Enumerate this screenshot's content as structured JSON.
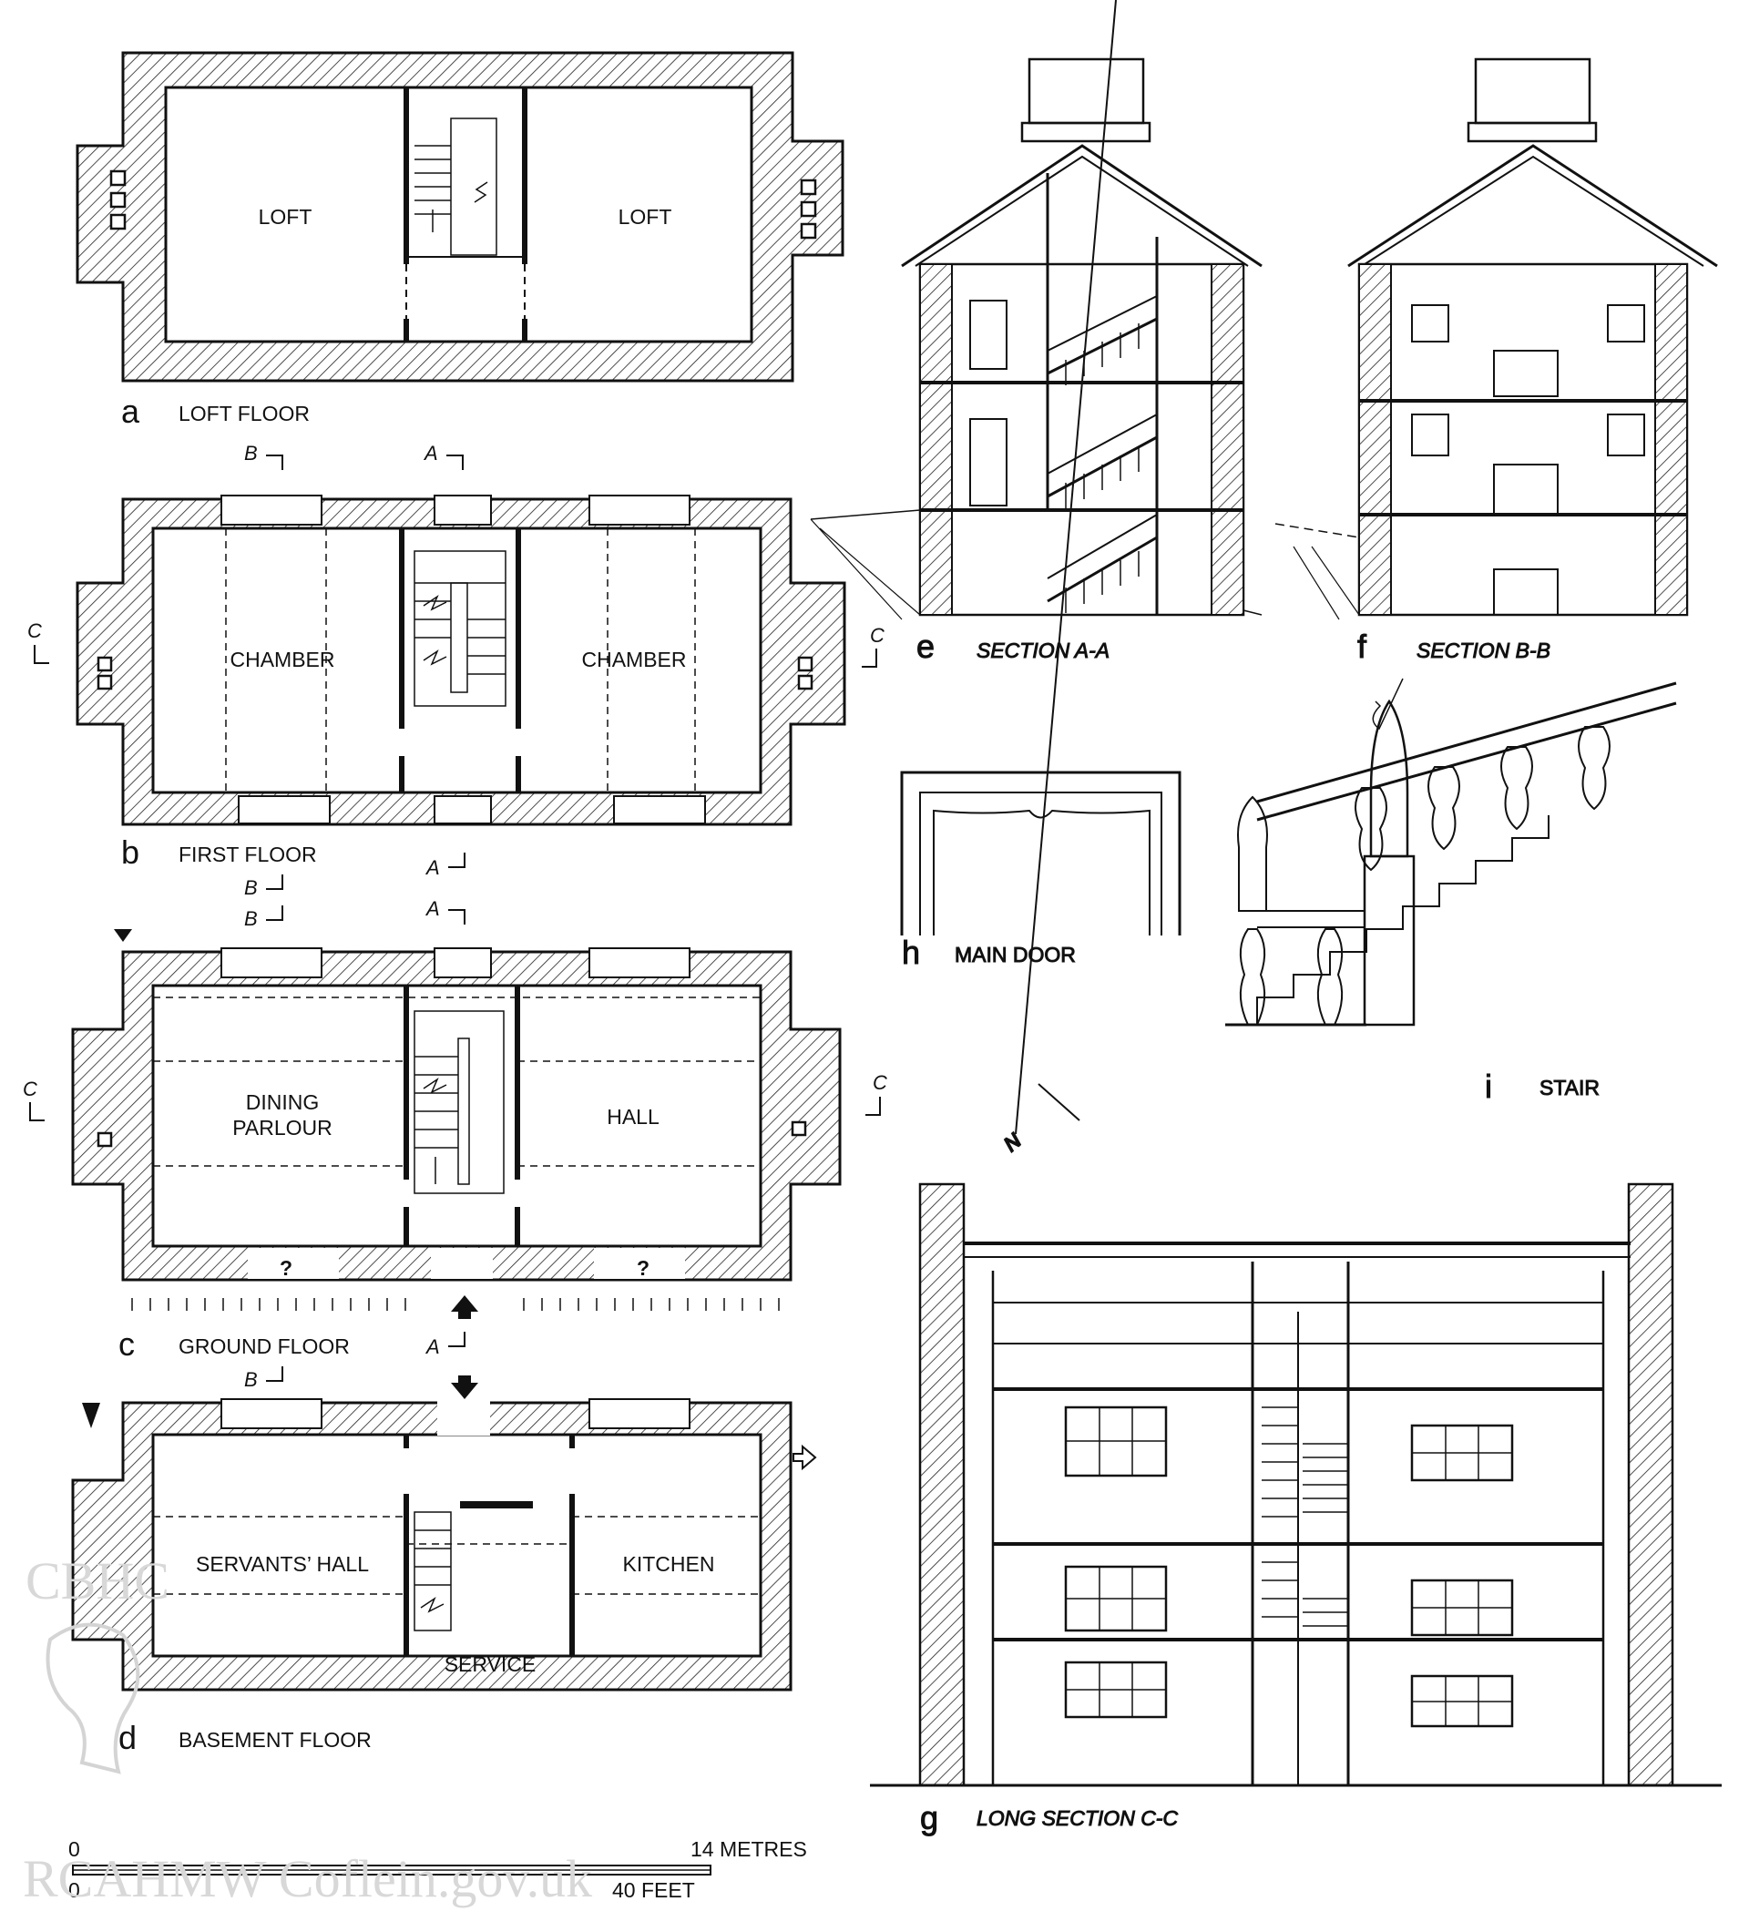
{
  "plans": {
    "loft": {
      "letter": "a",
      "caption": "LOFT FLOOR",
      "rooms": [
        "LOFT",
        "LOFT"
      ]
    },
    "first": {
      "letter": "b",
      "caption": "FIRST FLOOR",
      "rooms": [
        "CHAMBER",
        "CHAMBER"
      ],
      "marks": {
        "b_top": "B",
        "a_top": "A",
        "a_bottom": "A",
        "c_left": "C",
        "c_right": "C"
      }
    },
    "ground": {
      "letter": "c",
      "caption": "GROUND FLOOR",
      "rooms": [
        "DINING",
        "PARLOUR",
        "HALL"
      ],
      "unknown": [
        "?",
        "?"
      ],
      "marks": {
        "b_top1": "B",
        "b_top2": "B",
        "a_top": "A",
        "a_bottom": "A",
        "c_left": "C",
        "c_right": "C"
      }
    },
    "basement": {
      "letter": "d",
      "caption": "BASEMENT FLOOR",
      "rooms": [
        "SERVANTS’ HALL",
        "KITCHEN",
        "SERVICE"
      ],
      "marks": {
        "b_top": "B"
      }
    }
  },
  "sections": {
    "e": {
      "letter": "e",
      "caption": "SECTION A-A"
    },
    "f": {
      "letter": "f",
      "caption": "SECTION B-B"
    },
    "g": {
      "letter": "g",
      "caption": "LONG SECTION C-C"
    }
  },
  "details": {
    "h": {
      "letter": "h",
      "caption": "MAIN DOOR"
    },
    "i": {
      "letter": "i",
      "caption": "STAIR"
    },
    "north": "N"
  },
  "scale": {
    "metres_zero": "0",
    "metres_label": "14 METRES",
    "feet_zero": "0",
    "feet_label": "40 FEET"
  },
  "watermark": {
    "logo_text": "CBHC",
    "credit": "RCAHMW  Coflein.gov.uk"
  }
}
